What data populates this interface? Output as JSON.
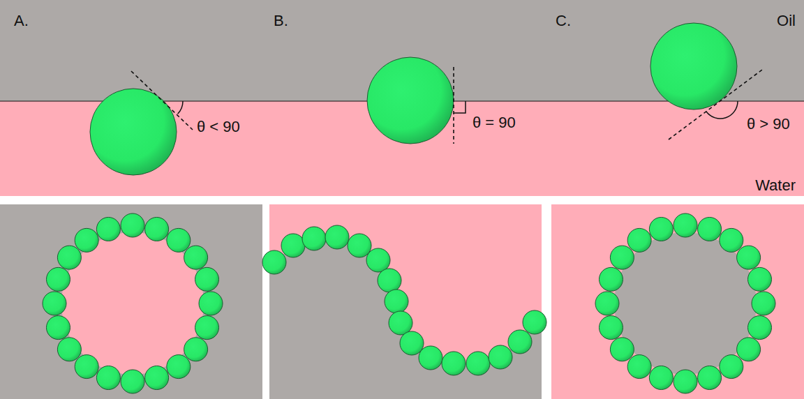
{
  "diagram": {
    "labels": [
      "A.",
      "B.",
      "C.",
      "Oil",
      "θ < 90",
      "θ = 90",
      "θ > 90",
      "Water"
    ]
  }
}
